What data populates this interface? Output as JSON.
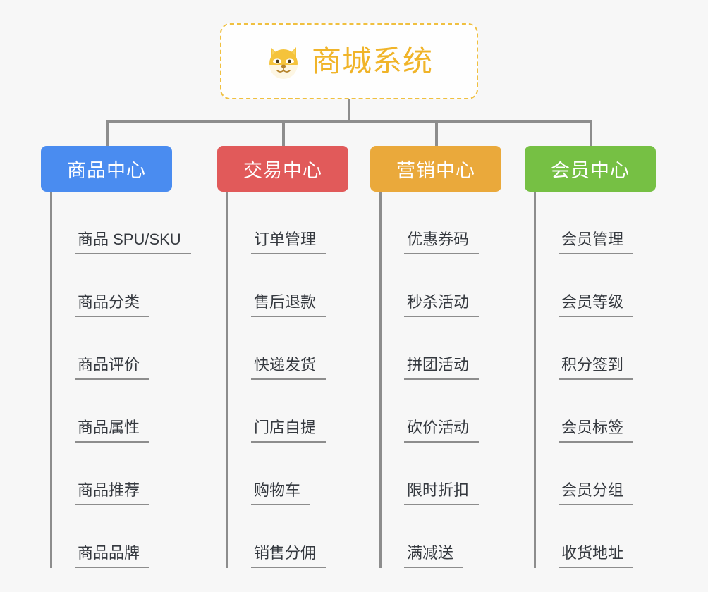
{
  "root": {
    "title": "商城系统",
    "icon": "dog-face-emoji",
    "border_color": "#f0c040",
    "text_color": "#f0b429"
  },
  "canvas": {
    "background": "#f7f7f7",
    "connector_color": "#8d8d8d"
  },
  "branches": [
    {
      "label": "商品中心",
      "color": "#4a8cf0",
      "items": [
        "商品 SPU/SKU",
        "商品分类",
        "商品评价",
        "商品属性",
        "商品推荐",
        "商品品牌"
      ]
    },
    {
      "label": "交易中心",
      "color": "#e15a5a",
      "items": [
        "订单管理",
        "售后退款",
        "快递发货",
        "门店自提",
        "购物车",
        "销售分佣"
      ]
    },
    {
      "label": "营销中心",
      "color": "#eaa93b",
      "items": [
        "优惠券码",
        "秒杀活动",
        "拼团活动",
        "砍价活动",
        "限时折扣",
        "满减送"
      ]
    },
    {
      "label": "会员中心",
      "color": "#76c044",
      "items": [
        "会员管理",
        "会员等级",
        "积分签到",
        "会员标签",
        "会员分组",
        "收货地址"
      ]
    }
  ]
}
